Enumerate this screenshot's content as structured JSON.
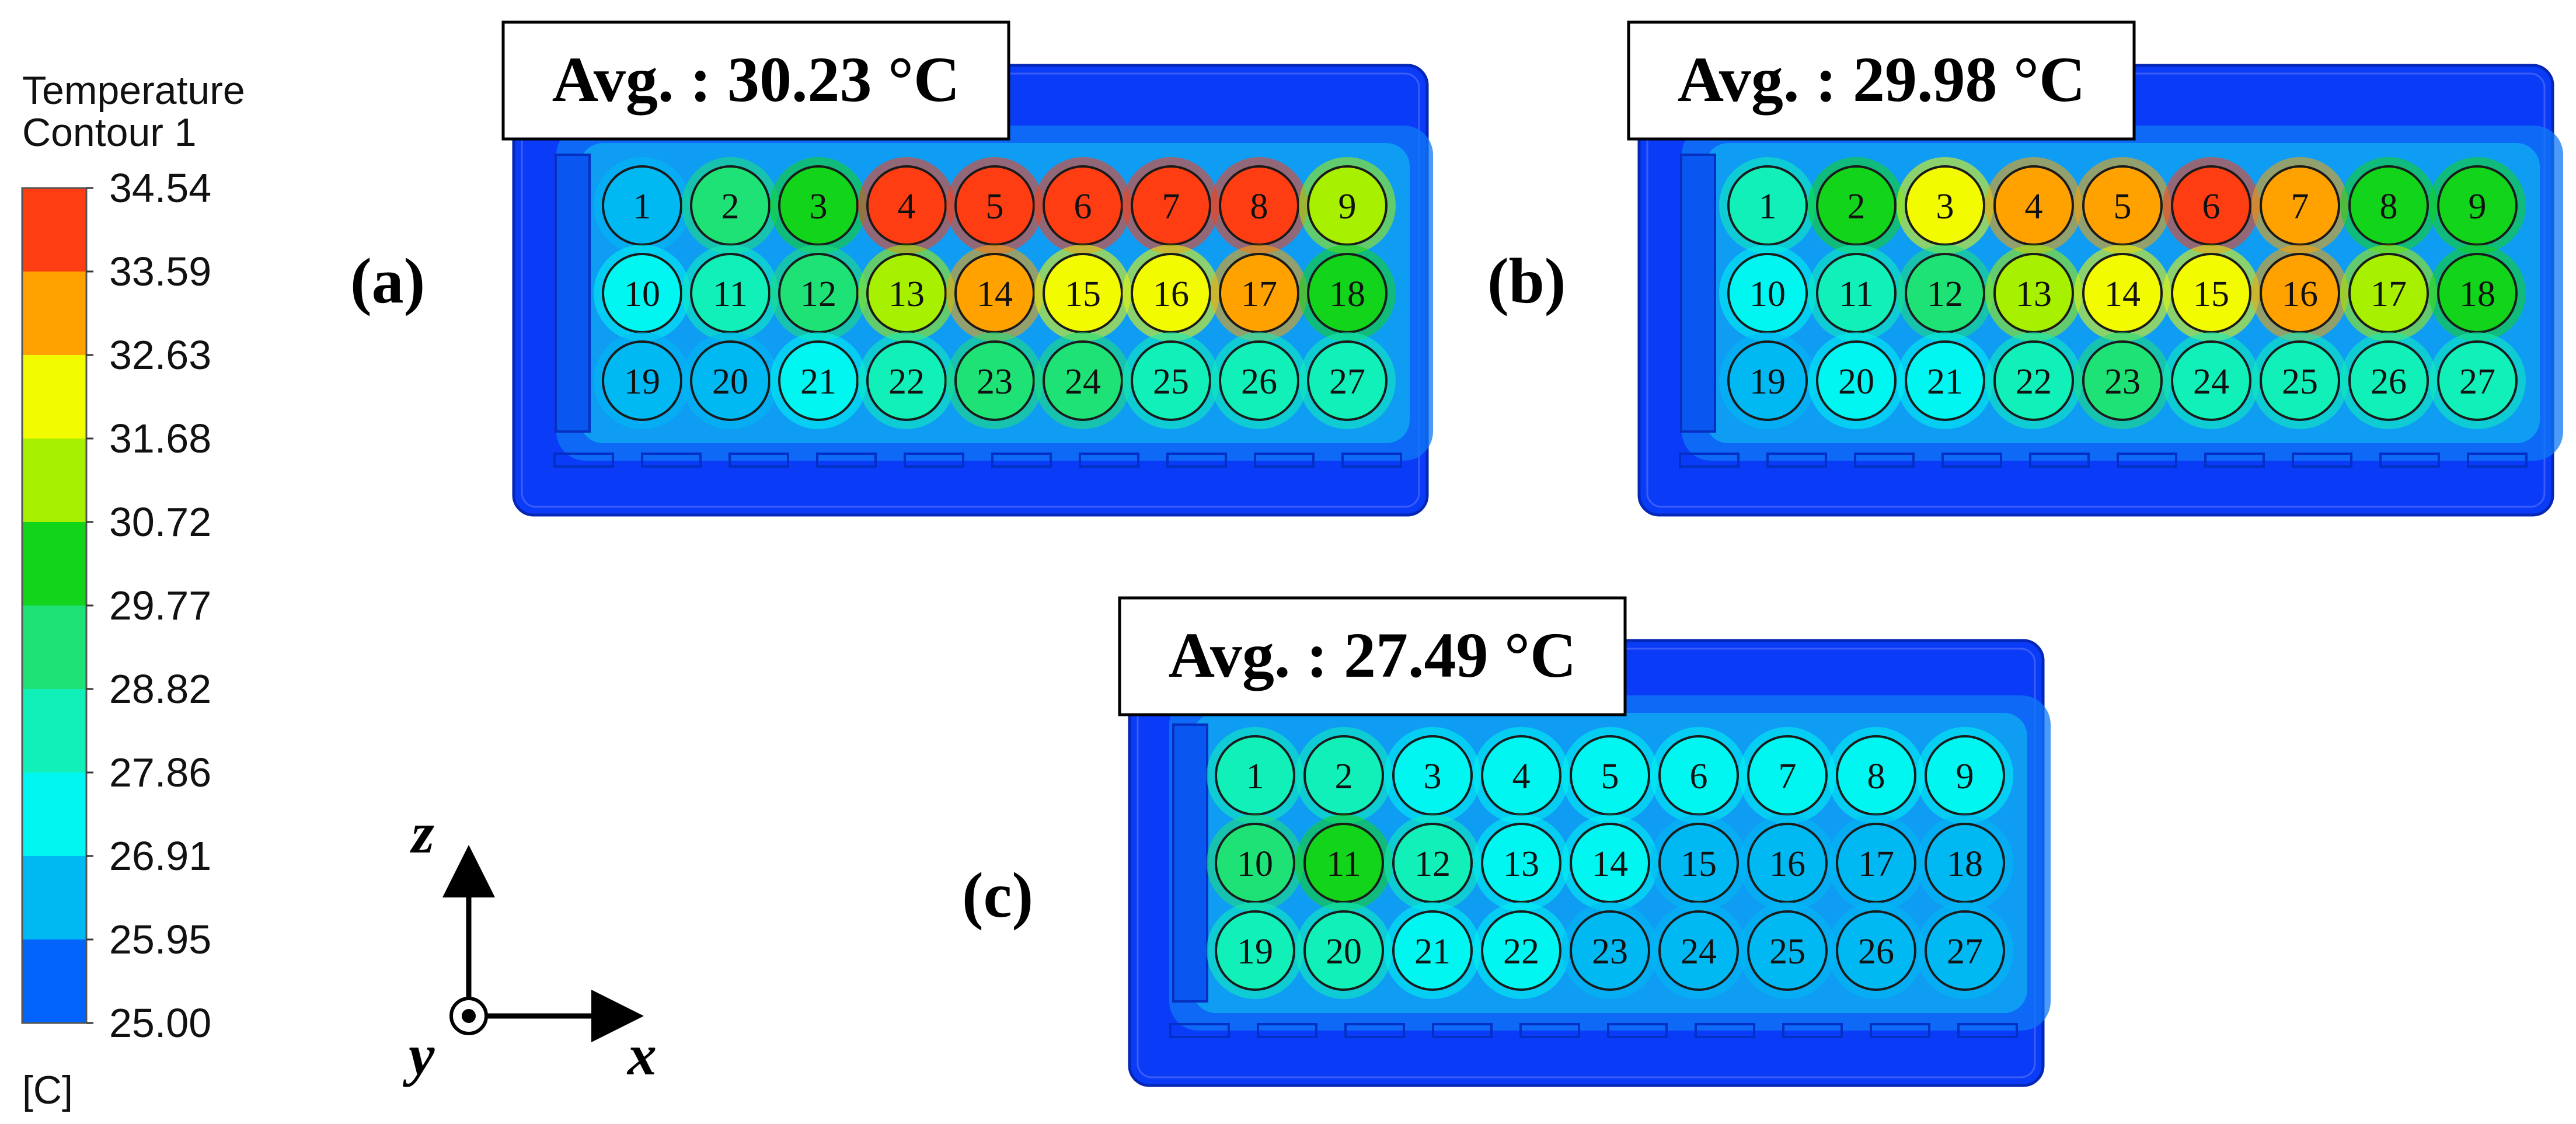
{
  "legend": {
    "title_line1": "Temperature",
    "title_line2": "Contour 1",
    "unit": "[C]",
    "ticks": [
      "34.54",
      "33.59",
      "32.63",
      "31.68",
      "30.72",
      "29.77",
      "28.82",
      "27.86",
      "26.91",
      "25.95",
      "25.00"
    ],
    "band_colors": [
      "#ff3d12",
      "#ffa200",
      "#f2fb00",
      "#a6f000",
      "#12d41a",
      "#1fe276",
      "#11f0b8",
      "#00f6f0",
      "#00b9f3",
      "#0263fb"
    ]
  },
  "axes": {
    "z": "z",
    "y": "y",
    "x": "x"
  },
  "panels": [
    {
      "id": "a",
      "label": "(a)",
      "avg_text": "Avg. : 30.23 °C",
      "cells": [
        {
          "n": "1",
          "t": 26.9
        },
        {
          "n": "2",
          "t": 29.5
        },
        {
          "n": "3",
          "t": 30.7
        },
        {
          "n": "4",
          "t": 34.3
        },
        {
          "n": "5",
          "t": 34.1
        },
        {
          "n": "6",
          "t": 34.2
        },
        {
          "n": "7",
          "t": 34.2
        },
        {
          "n": "8",
          "t": 34.1
        },
        {
          "n": "9",
          "t": 31.2
        },
        {
          "n": "10",
          "t": 27.3
        },
        {
          "n": "11",
          "t": 28.6
        },
        {
          "n": "12",
          "t": 29.5
        },
        {
          "n": "13",
          "t": 31.3
        },
        {
          "n": "14",
          "t": 32.9
        },
        {
          "n": "15",
          "t": 32.3
        },
        {
          "n": "16",
          "t": 32.3
        },
        {
          "n": "17",
          "t": 33.2
        },
        {
          "n": "18",
          "t": 30.4
        },
        {
          "n": "19",
          "t": 26.2
        },
        {
          "n": "20",
          "t": 26.4
        },
        {
          "n": "21",
          "t": 27.3
        },
        {
          "n": "22",
          "t": 28.4
        },
        {
          "n": "23",
          "t": 29.0
        },
        {
          "n": "24",
          "t": 29.1
        },
        {
          "n": "25",
          "t": 28.6
        },
        {
          "n": "26",
          "t": 28.3
        },
        {
          "n": "27",
          "t": 28.2
        }
      ]
    },
    {
      "id": "b",
      "label": "(b)",
      "avg_text": "Avg. : 29.98 °C",
      "cells": [
        {
          "n": "1",
          "t": 28.3
        },
        {
          "n": "2",
          "t": 30.4
        },
        {
          "n": "3",
          "t": 31.9
        },
        {
          "n": "4",
          "t": 33.1
        },
        {
          "n": "5",
          "t": 33.2
        },
        {
          "n": "6",
          "t": 34.2
        },
        {
          "n": "7",
          "t": 33.0
        },
        {
          "n": "8",
          "t": 30.3
        },
        {
          "n": "9",
          "t": 30.3
        },
        {
          "n": "10",
          "t": 27.1
        },
        {
          "n": "11",
          "t": 27.9
        },
        {
          "n": "12",
          "t": 29.4
        },
        {
          "n": "13",
          "t": 31.1
        },
        {
          "n": "14",
          "t": 31.9
        },
        {
          "n": "15",
          "t": 32.1
        },
        {
          "n": "16",
          "t": 33.1
        },
        {
          "n": "17",
          "t": 30.9
        },
        {
          "n": "18",
          "t": 30.3
        },
        {
          "n": "19",
          "t": 26.3
        },
        {
          "n": "20",
          "t": 27.4
        },
        {
          "n": "21",
          "t": 27.6
        },
        {
          "n": "22",
          "t": 28.7
        },
        {
          "n": "23",
          "t": 29.3
        },
        {
          "n": "24",
          "t": 28.8
        },
        {
          "n": "25",
          "t": 28.4
        },
        {
          "n": "26",
          "t": 28.3
        },
        {
          "n": "27",
          "t": 28.2
        }
      ]
    },
    {
      "id": "c",
      "label": "(c)",
      "avg_text": "Avg. : 27.49 °C",
      "cells": [
        {
          "n": "1",
          "t": 28.6
        },
        {
          "n": "2",
          "t": 28.7
        },
        {
          "n": "3",
          "t": 27.3
        },
        {
          "n": "4",
          "t": 27.2
        },
        {
          "n": "5",
          "t": 27.3
        },
        {
          "n": "6",
          "t": 27.1
        },
        {
          "n": "7",
          "t": 27.0
        },
        {
          "n": "8",
          "t": 27.0
        },
        {
          "n": "9",
          "t": 27.0
        },
        {
          "n": "10",
          "t": 29.6
        },
        {
          "n": "11",
          "t": 29.9
        },
        {
          "n": "12",
          "t": 28.4
        },
        {
          "n": "13",
          "t": 27.1
        },
        {
          "n": "14",
          "t": 27.0
        },
        {
          "n": "15",
          "t": 26.9
        },
        {
          "n": "16",
          "t": 26.5
        },
        {
          "n": "17",
          "t": 26.4
        },
        {
          "n": "18",
          "t": 26.9
        },
        {
          "n": "19",
          "t": 28.8
        },
        {
          "n": "20",
          "t": 28.8
        },
        {
          "n": "21",
          "t": 27.7
        },
        {
          "n": "22",
          "t": 27.2
        },
        {
          "n": "23",
          "t": 26.3
        },
        {
          "n": "24",
          "t": 26.2
        },
        {
          "n": "25",
          "t": 26.3
        },
        {
          "n": "26",
          "t": 26.4
        },
        {
          "n": "27",
          "t": 26.8
        }
      ]
    }
  ]
}
